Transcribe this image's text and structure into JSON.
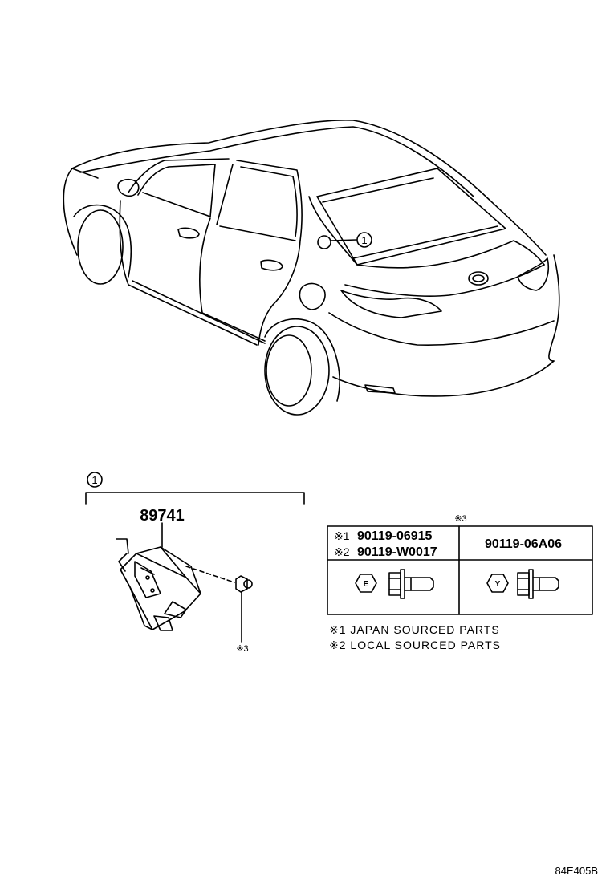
{
  "callouts": {
    "car_ref": "1",
    "group_ref": "1"
  },
  "part": {
    "number": "89741"
  },
  "bolt_note_mark": "※3",
  "table": {
    "header_mark": "※3",
    "col1": {
      "row1_mark": "※1",
      "row1_part": "90119-06915",
      "row2_mark": "※2",
      "row2_part": "90119-W0017",
      "head_letter": "E"
    },
    "col2": {
      "part": "90119-06A06",
      "head_letter": "Y"
    }
  },
  "notes": [
    "※1 JAPAN SOURCED PARTS",
    "※2 LOCAL SOURCED PARTS"
  ],
  "diagram_code": "84E405B"
}
